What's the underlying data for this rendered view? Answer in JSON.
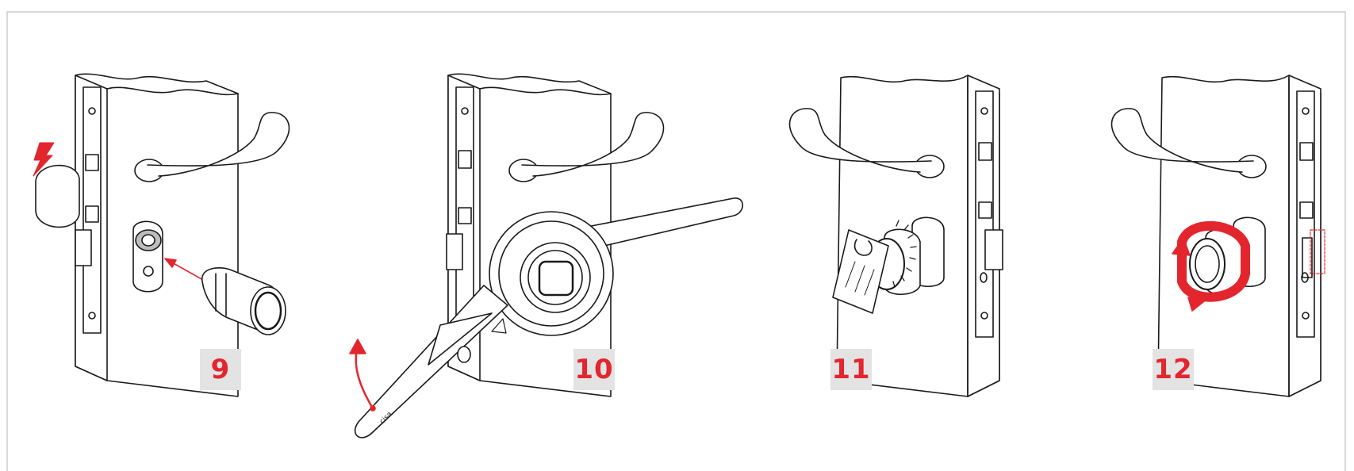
{
  "steps": [
    {
      "number": "9"
    },
    {
      "number": "10"
    },
    {
      "number": "11"
    },
    {
      "number": "12"
    }
  ],
  "colors": {
    "accent": "#e3262e",
    "badge_bg": "#e3e3e3",
    "line": "#1a1a1a",
    "frame": "#d9d9d9"
  },
  "tool_text": {
    "brand": "cisa"
  },
  "icons": [
    "lightning-icon",
    "arrow-icon",
    "rotate-arrow-icon",
    "rotation-ring-icon",
    "warning-triangle-icon"
  ]
}
